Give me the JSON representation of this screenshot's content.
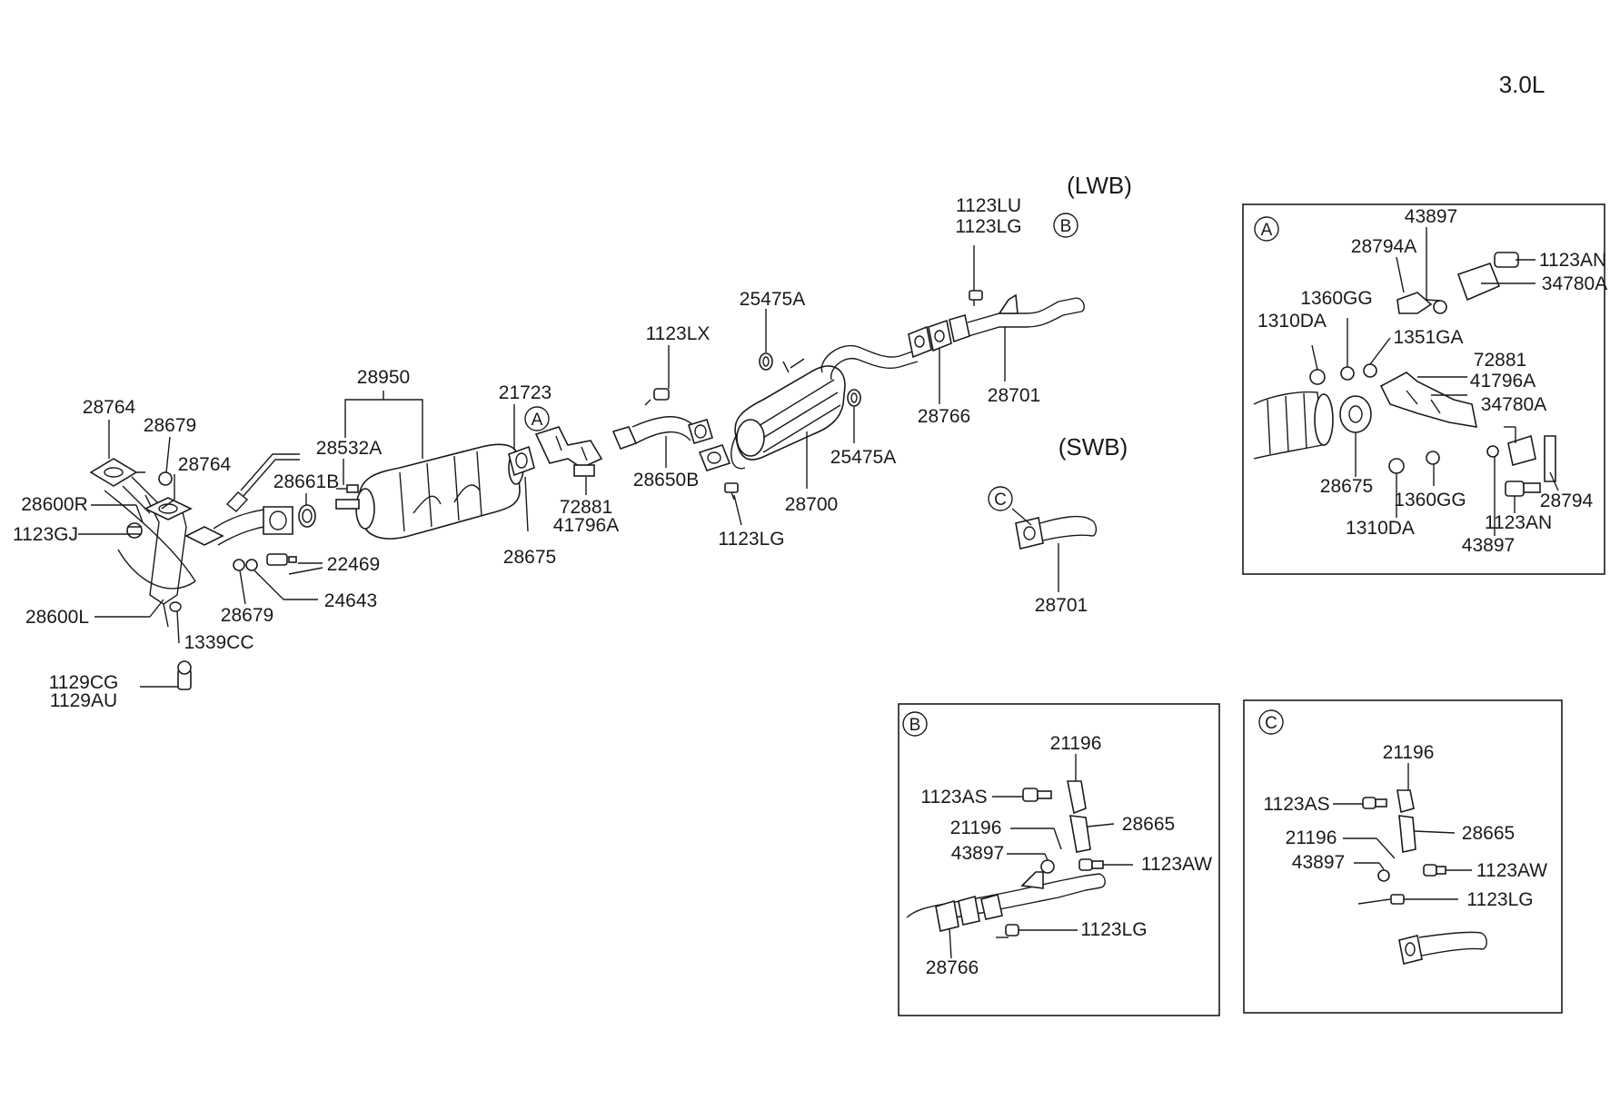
{
  "engine_label": "3.0L",
  "variants": {
    "lwb": "(LWB)",
    "swb": "(SWB)"
  },
  "markers": {
    "a": "A",
    "b": "B",
    "c": "C"
  },
  "main_labels": {
    "p28764_top": "28764",
    "p28679_top": "28679",
    "p28764_mid": "28764",
    "p28600R": "28600R",
    "p1123GJ": "1123GJ",
    "p28600L": "28600L",
    "p1339CC": "1339CC",
    "p1129CG": "1129CG",
    "p1129AU": "1129AU",
    "p28679_bot": "28679",
    "p24643": "24643",
    "p22469": "22469",
    "p28661B": "28661B",
    "p28532A": "28532A",
    "p28950": "28950",
    "p21723": "21723",
    "p28675": "28675",
    "p72881": "72881",
    "p41796A": "41796A",
    "p1123LX": "1123LX",
    "p28650B": "28650B",
    "p25475A_top": "25475A",
    "p25475A_right": "25475A",
    "p28700": "28700",
    "p1123LG": "1123LG",
    "p1123LU_top": "1123LU",
    "p1123LG_top": "1123LG",
    "p28766": "28766",
    "p28701_lwb": "28701",
    "p28701_swb": "28701"
  },
  "box_a": {
    "p43897_top": "43897",
    "p28794A": "28794A",
    "p1123AN_top": "1123AN",
    "p34780A_top": "34780A",
    "p1360GG_top": "1360GG",
    "p1310DA_top": "1310DA",
    "p1351GA": "1351GA",
    "p72881": "72881",
    "p41796A": "41796A",
    "p34780A_mid": "34780A",
    "p28675": "28675",
    "p1360GG_bot": "1360GG",
    "p28794": "28794",
    "p1310DA_bot": "1310DA",
    "p1123AN_bot": "1123AN",
    "p43897_bot": "43897"
  },
  "box_b": {
    "p21196_top": "21196",
    "p1123AS": "1123AS",
    "p28665": "28665",
    "p21196_mid": "21196",
    "p43897": "43897",
    "p1123AW": "1123AW",
    "p1123LG": "1123LG",
    "p28766": "28766"
  },
  "box_c": {
    "p21196_top": "21196",
    "p1123AS": "1123AS",
    "p28665": "28665",
    "p21196_mid": "21196",
    "p43897": "43897",
    "p1123AW": "1123AW",
    "p1123LG": "1123LG"
  }
}
